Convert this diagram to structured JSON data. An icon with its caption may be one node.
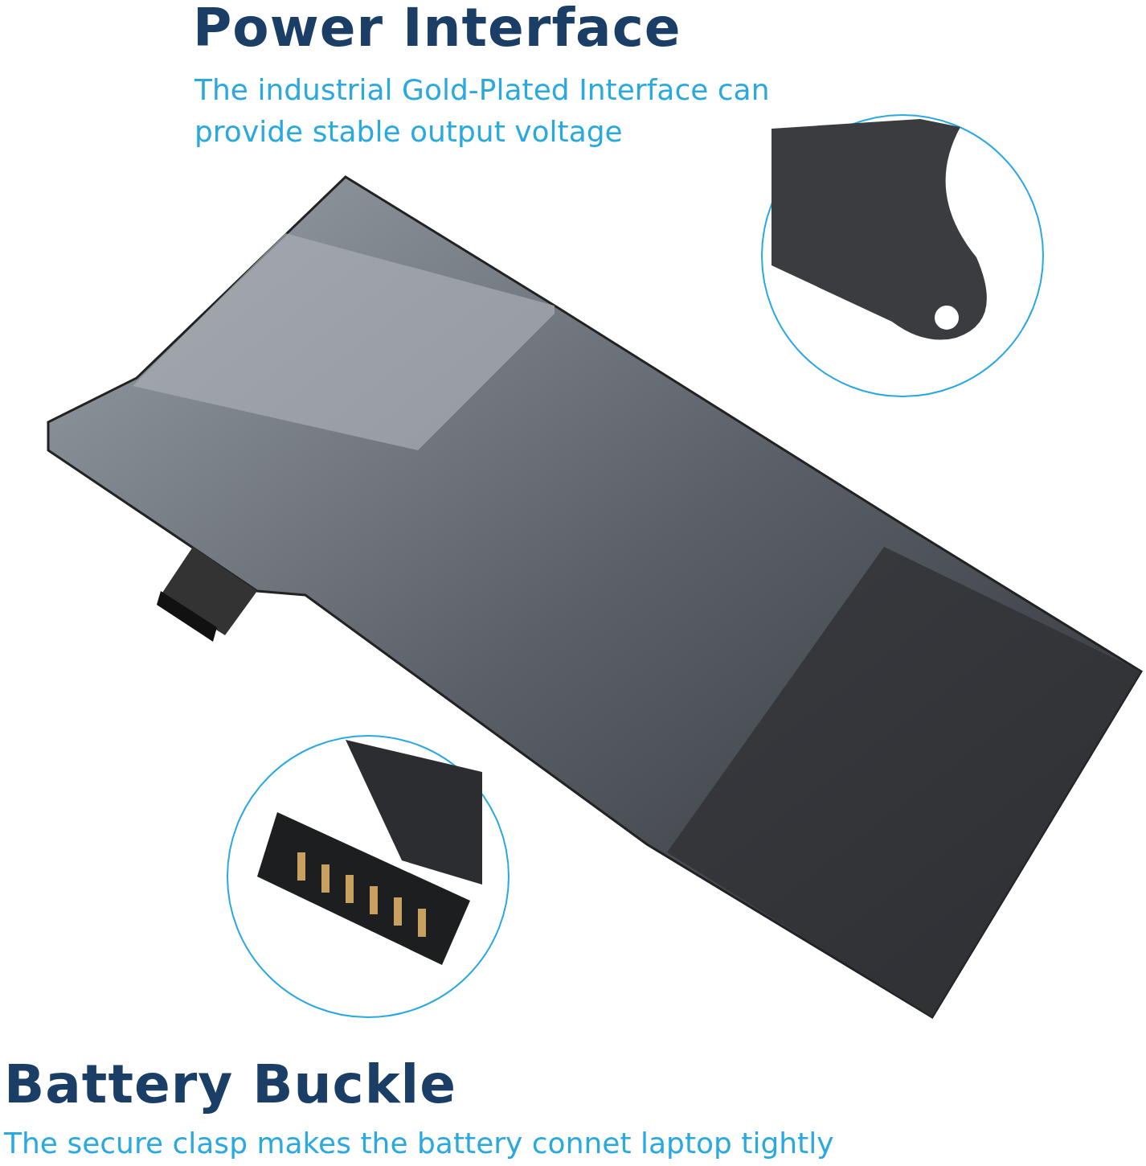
{
  "diagram": {
    "labels": [
      "Power Interface",
      "The industrial Gold-Plated Interface can provide stable output voltage",
      "Battery Buckle",
      "The secure clasp makes the battery connet laptop tightly"
    ]
  }
}
